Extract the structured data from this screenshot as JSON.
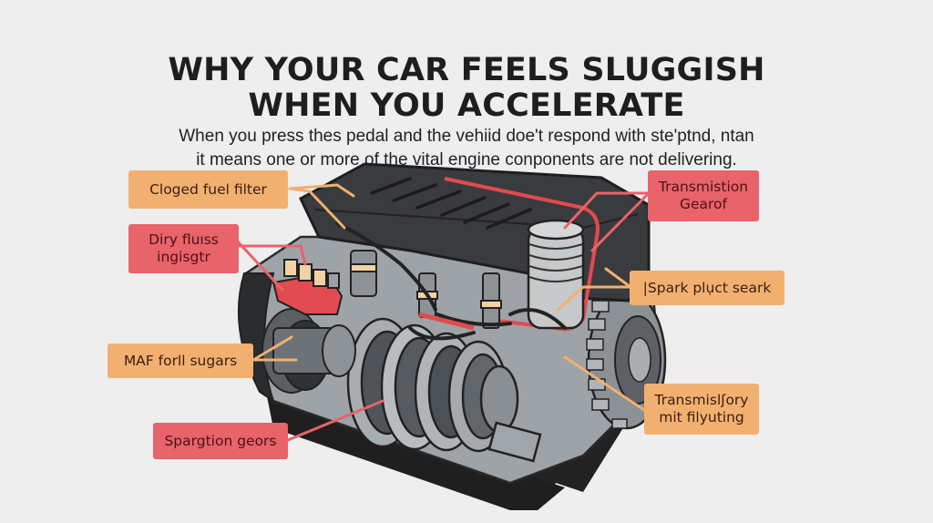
{
  "header": {
    "title_line1": "WHY YOUR CAR FEELS SLUGGISH",
    "title_line2": "WHEN YOU ACCELERATE",
    "subtitle_line1": "When you press thes pedal and the vehiid doe't respond with ste'ptnd, ntan",
    "subtitle_line2": "it means one or more of the vital engine conponents are not delivering."
  },
  "colors": {
    "background": "#eeeeee",
    "label_orange": "#f2b070",
    "label_red": "#e8636a",
    "engine_cover": "#3a3b3e",
    "engine_block": "#9ea3a8",
    "accent_red": "#e24b4f"
  },
  "labels": [
    {
      "id": "clogged-fuel-filter",
      "text": "Cloged fuel filter",
      "color": "orange"
    },
    {
      "id": "dirty-fuel-injector",
      "text": "Diry fluıss\ningisgtr",
      "color": "red"
    },
    {
      "id": "maf-sensor",
      "text": "MAF forll sugars",
      "color": "orange"
    },
    {
      "id": "ignition-gears",
      "text": "Spargtion geors",
      "color": "red"
    },
    {
      "id": "transmission-gear",
      "text": "Transmistion\nGearof",
      "color": "red"
    },
    {
      "id": "spark-plug",
      "text": "|Spark plụct seark",
      "color": "orange"
    },
    {
      "id": "transmission-filter",
      "text": "Transmislʃory\nmit filyuting",
      "color": "orange"
    }
  ]
}
